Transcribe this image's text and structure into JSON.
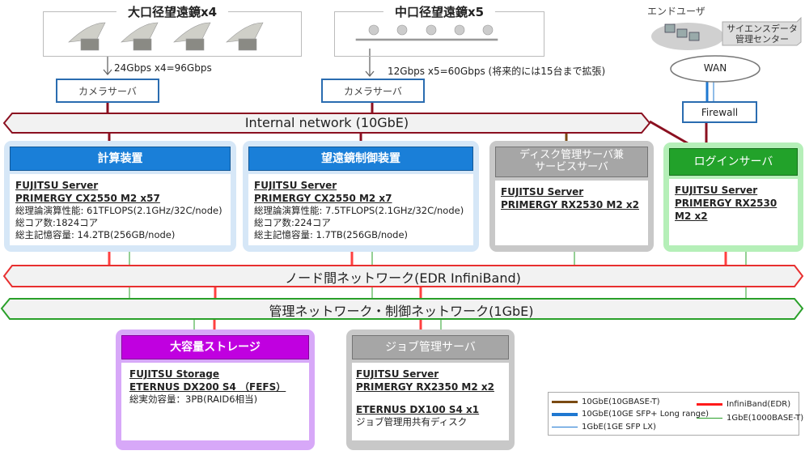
{
  "telescopes": {
    "large": {
      "title": "大口径望遠鏡x4",
      "bandwidth": "24Gbps x4=96Gbps",
      "count": 4
    },
    "medium": {
      "title": "中口径望遠鏡x5",
      "bandwidth": "12Gbps x5=60Gbps (将来的には15台まで拡張)",
      "count": 5
    }
  },
  "camera_server_label": "カメラサーバ",
  "external": {
    "end_user": "エンドユーザ",
    "data_center": [
      "サイエンスデータ",
      "管理センター"
    ],
    "wan": "WAN",
    "firewall": "Firewall"
  },
  "networks": {
    "internal": "Internal network (10GbE)",
    "node": "ノード間ネットワーク(EDR InfiniBand)",
    "management": "管理ネットワーク・制御ネットワーク(1GbE)"
  },
  "nodes": {
    "compute": {
      "title": "計算装置",
      "line1": "FUJITSU Server",
      "line2": "PRIMERGY CX2550 M2  x57",
      "specs": [
        "総理論演算性能: 61TFLOPS(2.1GHz/32C/node)",
        "総コア数:1824コア",
        "総主記憶容量: 14.2TB(256GB/node)"
      ]
    },
    "control": {
      "title": "望遠鏡制御装置",
      "line1": "FUJITSU Server",
      "line2": "PRIMERGY CX2550 M2 x7",
      "specs": [
        "総理論演算性能: 7.5TFLOPS(2.1GHz/32C/node)",
        "総コア数:224コア",
        "総主記憶容量: 1.7TB(256GB/node)"
      ]
    },
    "disk": {
      "title": [
        "ディスク管理サーバ兼",
        "サービスサーバ"
      ],
      "line1": "FUJITSU Server",
      "line2": "PRIMERGY RX2530 M2  x2"
    },
    "login": {
      "title": "ログインサーバ",
      "line1": "FUJITSU Server",
      "line2": "PRIMERGY RX2530 M2 x2"
    },
    "storage": {
      "title": "大容量ストレージ",
      "line1": "FUJITSU Storage",
      "line2": "ETERNUS DX200 S4 （FEFS）",
      "spec": "総実効容量：3PB(RAID6相当)"
    },
    "job": {
      "title": "ジョブ管理サーバ",
      "line1": "FUJITSU Server",
      "line2": "PRIMERGY RX2350 M2 x2",
      "line3": "ETERNUS DX100 S4 x1",
      "spec": "ジョブ管理用共有ディスク"
    }
  },
  "legend": [
    {
      "label": "10GbE(10GBASE-T)",
      "color": "#7a4a12"
    },
    {
      "label": "10GbE(10GE SFP+ Long range)",
      "color": "#1f78d1"
    },
    {
      "label": "1GbE(1GE SFP LX)",
      "color": "#1f78d1"
    },
    {
      "label": "InfiniBand(EDR)",
      "color": "#ff1a1a"
    },
    {
      "label": "1GbE(1000BASE-T)",
      "color": "#2aa02a"
    }
  ]
}
